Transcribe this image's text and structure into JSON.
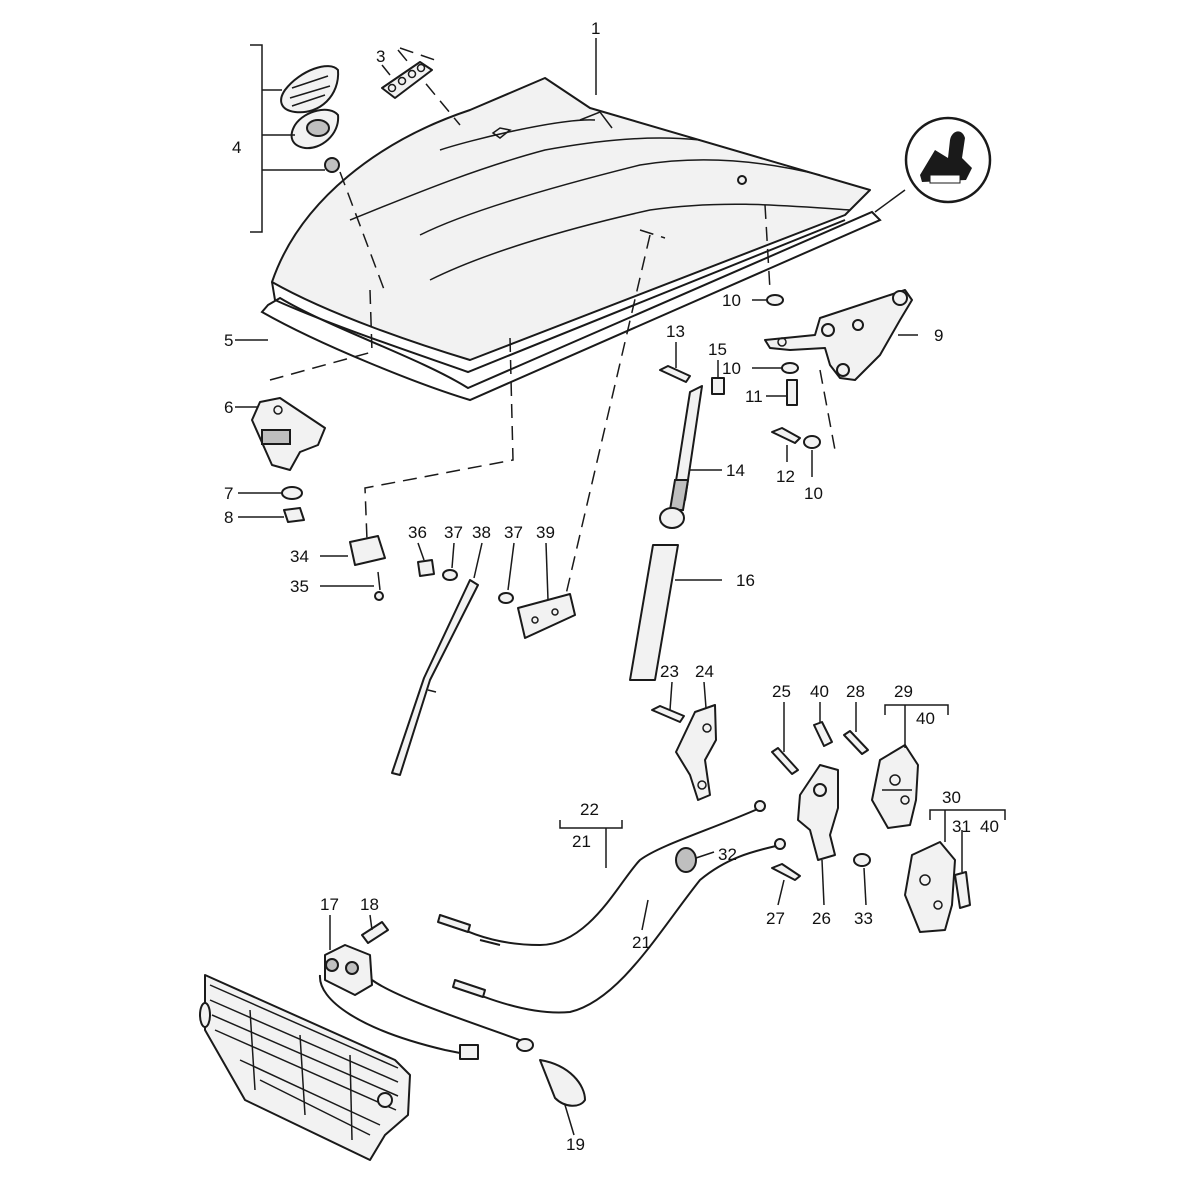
{
  "callouts": {
    "c1": "1",
    "c3": "3",
    "c4": "4",
    "c5": "5",
    "c6": "6",
    "c7": "7",
    "c8": "8",
    "c9": "9",
    "c10a": "10",
    "c10b": "10",
    "c10c": "10",
    "c11": "11",
    "c12": "12",
    "c13": "13",
    "c14": "14",
    "c15": "15",
    "c16": "16",
    "c17": "17",
    "c18": "18",
    "c19": "19",
    "c21a": "21",
    "c21b": "21",
    "c22": "22",
    "c23": "23",
    "c24": "24",
    "c25": "25",
    "c26": "26",
    "c27": "27",
    "c28": "28",
    "c29": "29",
    "c30": "30",
    "c31": "31",
    "c32": "32",
    "c33": "33",
    "c34": "34",
    "c35": "35",
    "c36": "36",
    "c37a": "37",
    "c37b": "37",
    "c38": "38",
    "c39": "39",
    "c40a": "40",
    "c40b": "40",
    "c40c": "40"
  },
  "icons": {
    "badge": "grease-lubrication-icon"
  }
}
